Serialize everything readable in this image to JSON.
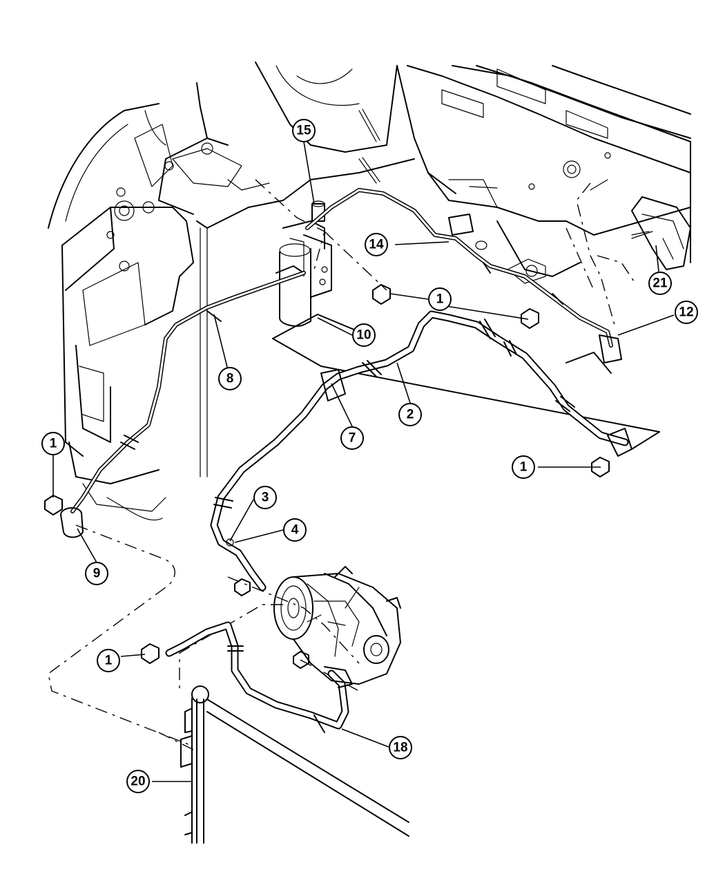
{
  "callouts": [
    {
      "id": "c15",
      "label": "15"
    },
    {
      "id": "c14",
      "label": "14"
    },
    {
      "id": "c1a",
      "label": "1"
    },
    {
      "id": "c21",
      "label": "21"
    },
    {
      "id": "c12",
      "label": "12"
    },
    {
      "id": "c10",
      "label": "10"
    },
    {
      "id": "c8",
      "label": "8"
    },
    {
      "id": "c7",
      "label": "7"
    },
    {
      "id": "c2",
      "label": "2"
    },
    {
      "id": "c1b",
      "label": "1"
    },
    {
      "id": "c1c",
      "label": "1"
    },
    {
      "id": "c3",
      "label": "3"
    },
    {
      "id": "c4",
      "label": "4"
    },
    {
      "id": "c9",
      "label": "9"
    },
    {
      "id": "c1d",
      "label": "1"
    },
    {
      "id": "c18",
      "label": "18"
    },
    {
      "id": "c20",
      "label": "20"
    }
  ]
}
